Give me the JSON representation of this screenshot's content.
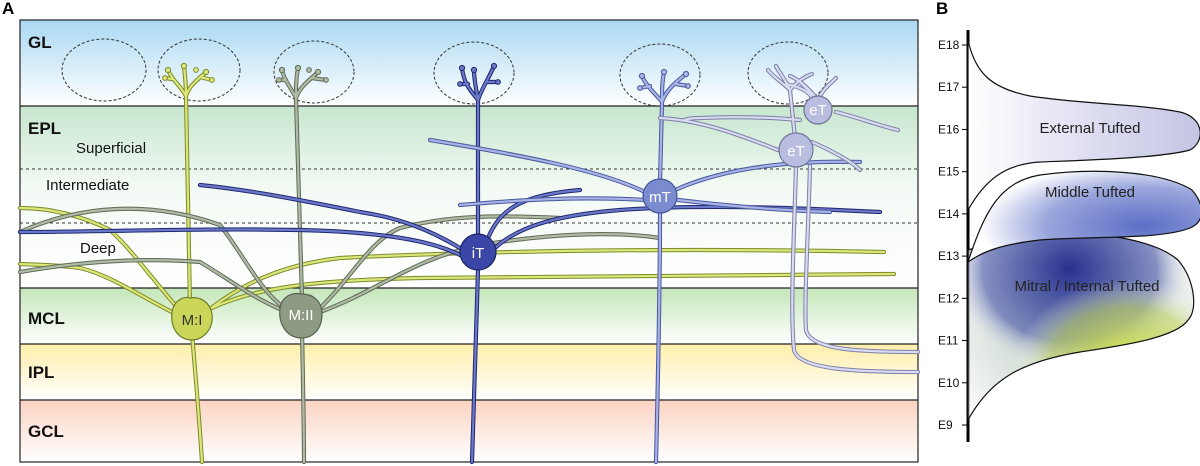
{
  "panels": {
    "a": "A",
    "b": "B"
  },
  "layers": {
    "gl": "GL",
    "epl": "EPL",
    "superficial": "Superficial",
    "intermediate": "Intermediate",
    "deep": "Deep",
    "mcl": "MCL",
    "ipl": "IPL",
    "gcl": "GCL"
  },
  "cells": {
    "m1": "M:I",
    "m2": "M:II",
    "it": "iT",
    "mt": "mT",
    "et_upper": "eT",
    "et_lower": "eT"
  },
  "ages": [
    "E18",
    "E17",
    "E16",
    "E15",
    "E14",
    "E13",
    "E12",
    "E11",
    "E10",
    "E9"
  ],
  "groups": {
    "external": "External Tufted",
    "middle": "Middle Tufted",
    "mitral_internal": "Mitral / Internal Tufted"
  },
  "colors": {
    "m1": "#c9d65a",
    "m2": "#8d9b84",
    "it": "#3a47a6",
    "mt": "#7b8bd0",
    "et": "#b9bde0",
    "gl_band": "#bfe3f5",
    "epl_band": "#cfe8d4",
    "mcl_band": "#cfe9c6",
    "ipl_band": "#fff1b8",
    "gcl_band": "#fbd8c8"
  }
}
